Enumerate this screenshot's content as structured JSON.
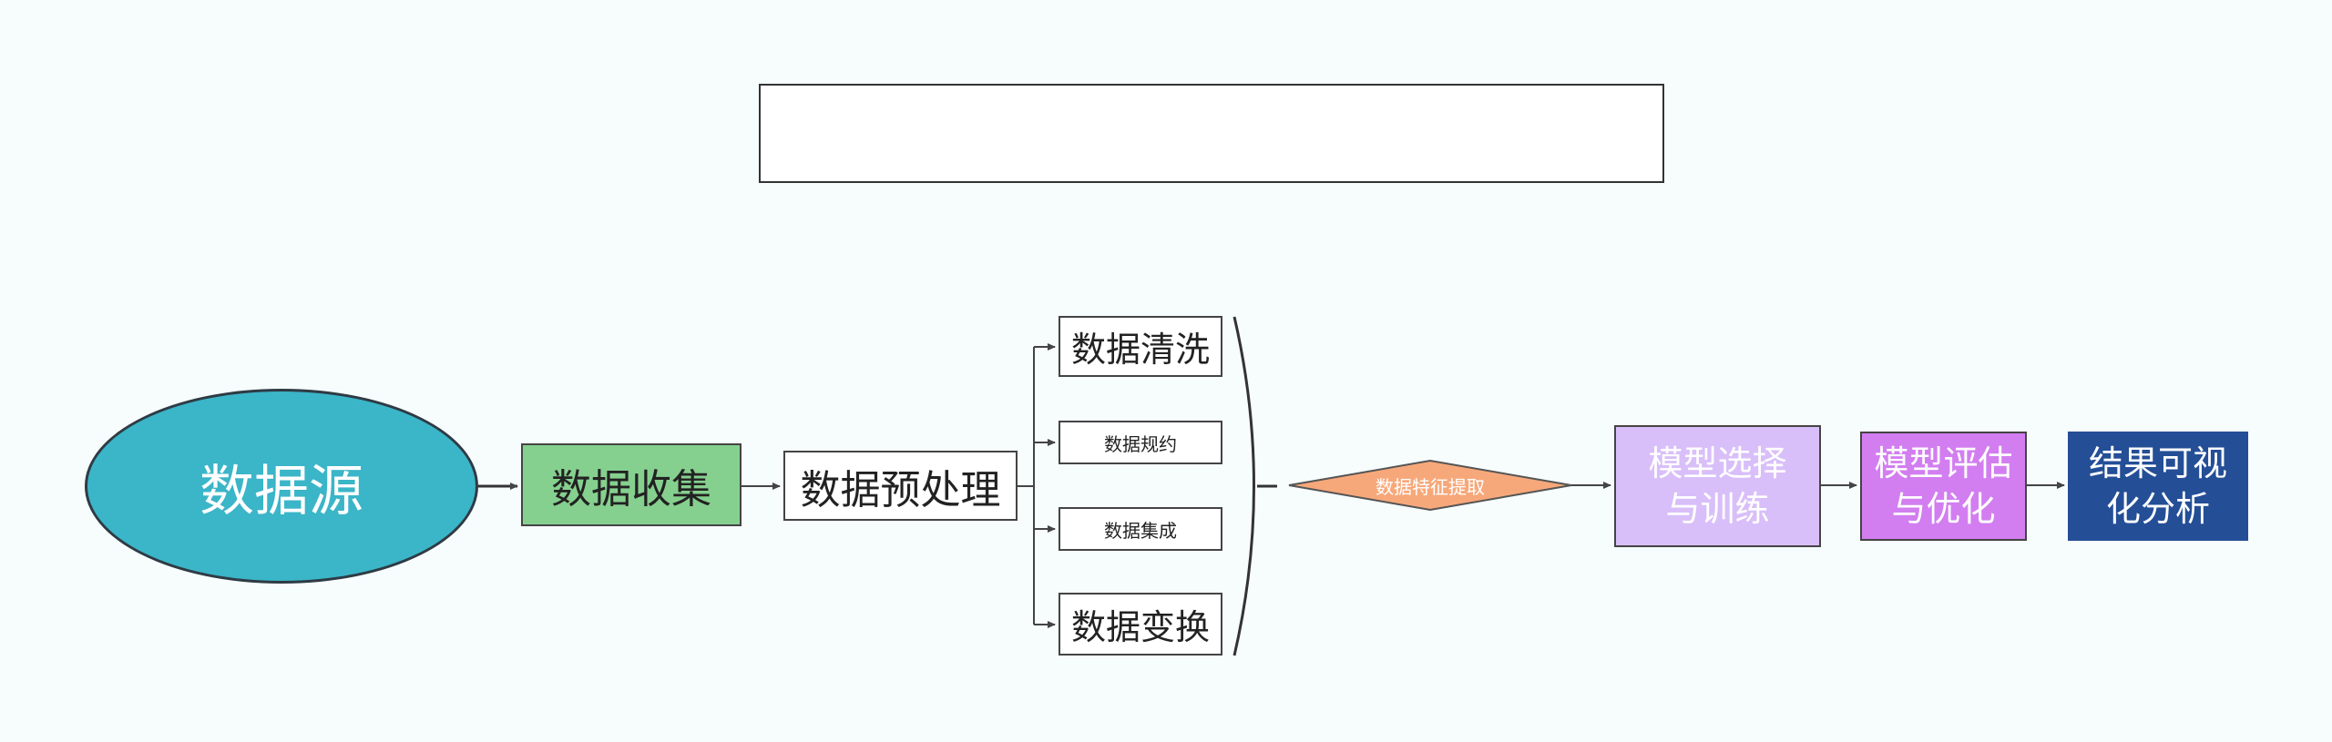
{
  "diagram": {
    "title": "",
    "source": "数据源",
    "collect": "数据收集",
    "preprocess": "数据预处理",
    "preprocess_steps": {
      "clean": "数据清洗",
      "reduce": "数据规约",
      "integrate": "数据集成",
      "transform": "数据变换"
    },
    "feature_extraction": "数据特征提取",
    "model_select": "模型选择\n与训练",
    "model_eval": "模型评估\n与优化",
    "visualize": "结果可视\n化分析"
  },
  "colors": {
    "background": "#f7fcfd",
    "source_fill": "#3bb5c8",
    "collect_fill": "#86d08f",
    "diamond_fill": "#f7a87a",
    "model_select_fill": "#d9bff9",
    "model_eval_fill": "#d27ef0",
    "visualize_fill": "#244e96"
  }
}
